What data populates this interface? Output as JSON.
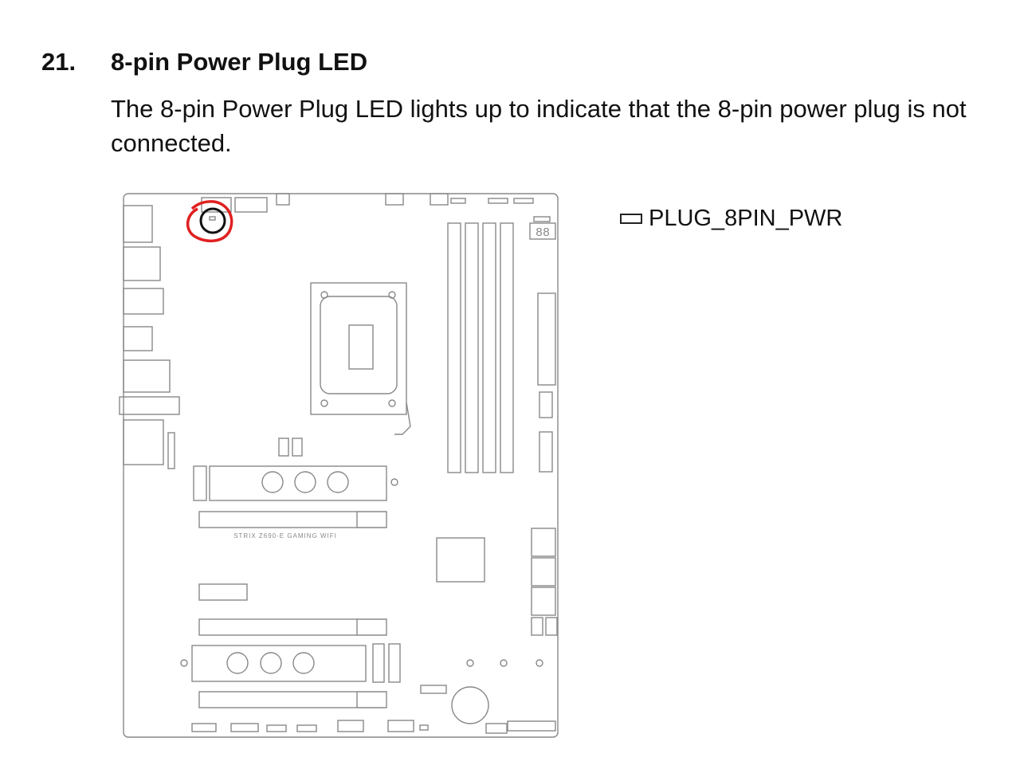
{
  "section": {
    "number": "21.",
    "title": "8-pin Power Plug LED",
    "description": "The 8-pin Power Plug LED lights up to indicate that the 8-pin power plug is not connected."
  },
  "callout": {
    "label": "PLUG_8PIN_PWR"
  },
  "board": {
    "model_text": "STRIX Z690-E GAMING WIFI",
    "debug_display": "88"
  },
  "colors": {
    "outline": "#888888",
    "highlight_ring": "#e02020",
    "led_ring": "#111111"
  }
}
